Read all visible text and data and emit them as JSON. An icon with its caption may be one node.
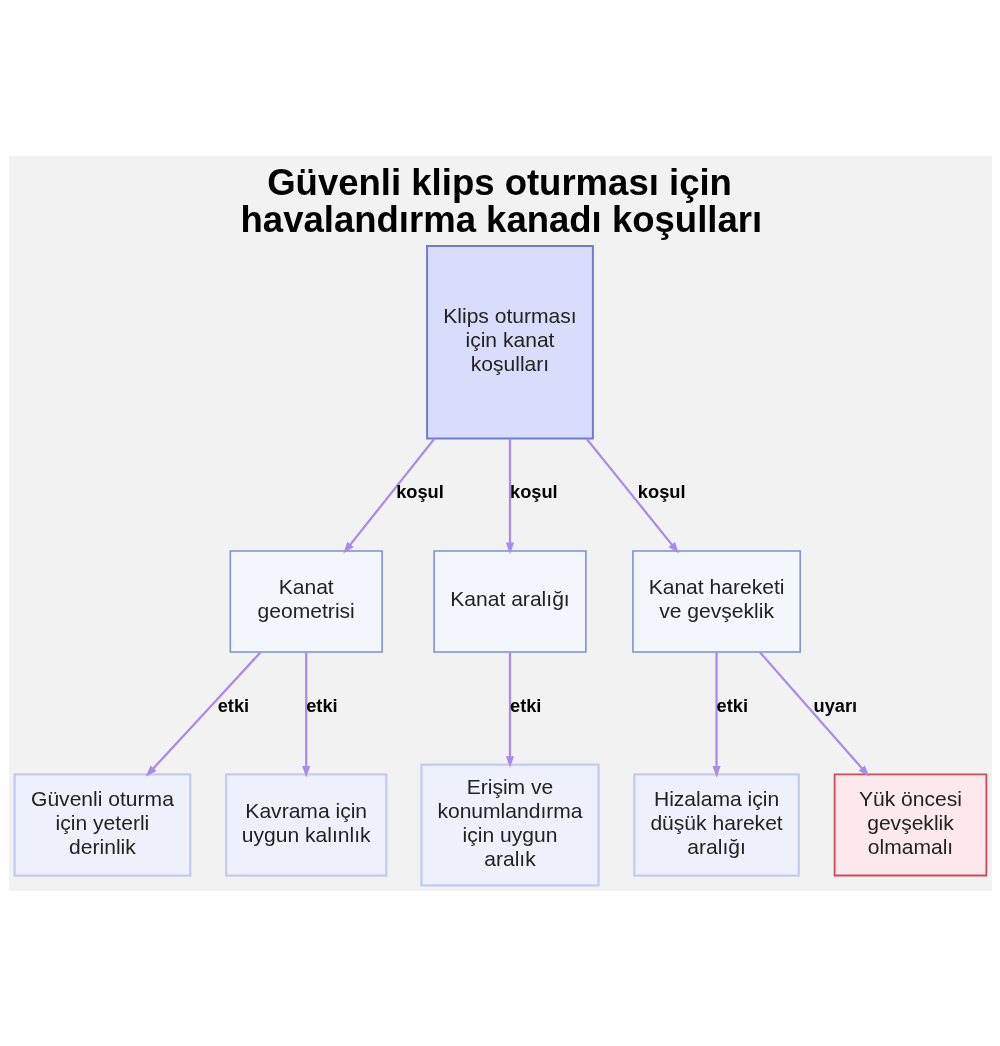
{
  "diagram": {
    "title": "Güvenli klips oturması için havalandırma kanadı koşulları",
    "nodes": [
      {
        "text": [
          "Klips oturması için kanat koşulları"
        ]
      },
      {
        "text": [
          "Kanat geometrisi"
        ]
      },
      {
        "text": [
          "Kanat aralığı"
        ]
      },
      {
        "text": [
          "Kanat hareketi ve gevşeklik"
        ]
      },
      {
        "text": [
          "Güvenli oturma için yeterli derinlik"
        ]
      },
      {
        "text": [
          "Kavrama için uygun kalınlık"
        ]
      },
      {
        "text": [
          "Erişim ve konumlandırma için uygun aralık"
        ]
      },
      {
        "text": [
          "Hizalama için düşük hareket aralığı"
        ]
      },
      {
        "text": [
          "Yük öncesi gevşeklik olmamalı"
        ]
      }
    ],
    "edges": [
      {
        "from": 0,
        "to": 1,
        "arrow": "to",
        "label": "koşul"
      },
      {
        "from": 0,
        "to": 2,
        "arrow": "to",
        "label": "koşul"
      },
      {
        "from": 0,
        "to": 3,
        "arrow": "to",
        "label": "koşul"
      },
      {
        "from": 1,
        "to": 4,
        "arrow": "to",
        "label": "etki"
      },
      {
        "from": 1,
        "to": 5,
        "arrow": "to",
        "label": "etki"
      },
      {
        "from": 2,
        "to": 6,
        "arrow": "to",
        "label": "etki"
      },
      {
        "from": 3,
        "to": 7,
        "arrow": "to",
        "label": "etki"
      },
      {
        "from": 3,
        "to": 8,
        "arrow": "to",
        "label": "uyarı"
      }
    ]
  }
}
